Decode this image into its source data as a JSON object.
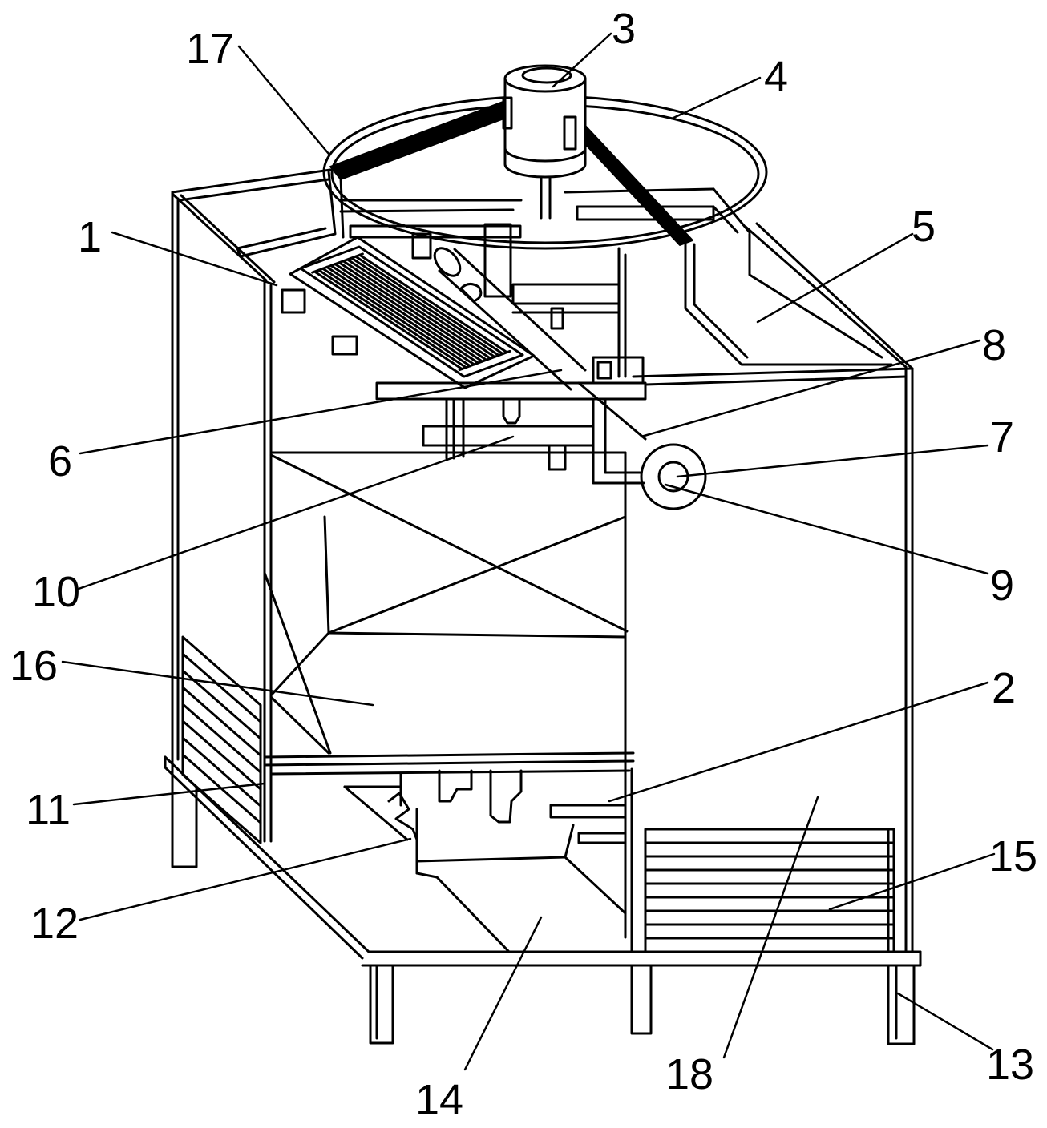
{
  "callouts": [
    "17",
    "3",
    "4",
    "1",
    "5",
    "8",
    "6",
    "7",
    "10",
    "9",
    "16",
    "2",
    "11",
    "15",
    "12",
    "13",
    "14",
    "18"
  ]
}
